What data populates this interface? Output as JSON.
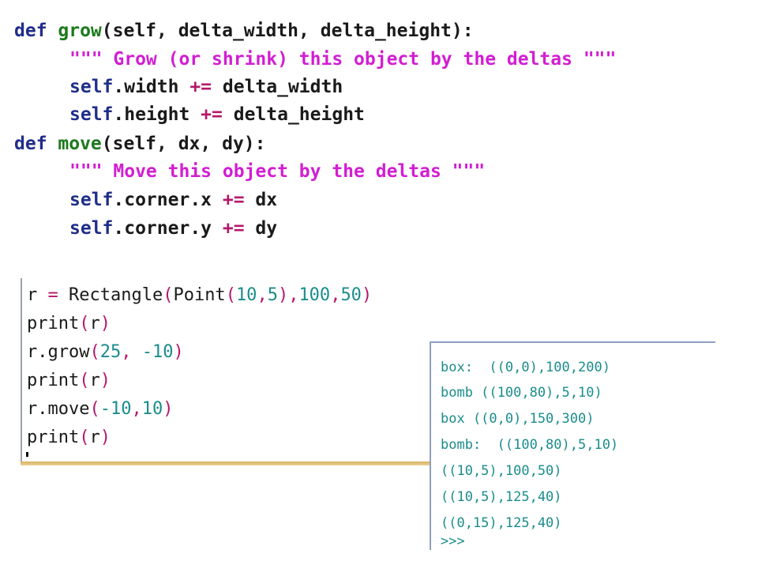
{
  "code": {
    "line1": {
      "kw": "def ",
      "fn": "grow",
      "rest": "(self, delta_width, delta_height):"
    },
    "line2": {
      "doc": "\"\"\" Grow (or shrink) this object by the deltas \"\"\""
    },
    "line3": {
      "id": "self",
      "rest": ".width ",
      "op": "+=",
      "rest2": " delta_width"
    },
    "line4": {
      "id": "self",
      "rest": ".height ",
      "op": "+=",
      "rest2": " delta_height"
    },
    "line5": {
      "kw": "def ",
      "fn": "move",
      "rest": "(self, dx, dy):"
    },
    "line6": {
      "doc": "\"\"\" Move this object by the deltas \"\"\""
    },
    "line7": {
      "id": "self",
      "rest": ".corner.x ",
      "op": "+=",
      "rest2": " dx"
    },
    "line8": {
      "id": "self",
      "rest": ".corner.y ",
      "op": "+=",
      "rest2": " dy"
    }
  },
  "editor": {
    "l1": {
      "a": "r ",
      "eq": "=",
      "b": " Rectangle",
      "p1": "(",
      "c": "Point",
      "p2": "(",
      "n1": "10",
      "comma1": ",",
      "n2": "5",
      "p3": ")",
      "comma2": ",",
      "n3": "100",
      "comma3": ",",
      "n4": "50",
      "p4": ")"
    },
    "l2": {
      "a": "print",
      "p1": "(",
      "b": "r",
      "p2": ")"
    },
    "l3": {
      "a": "r.grow",
      "p1": "(",
      "n1": "25",
      "comma": ", ",
      "n2": "-10",
      "p2": ")"
    },
    "l4": {
      "a": "print",
      "p1": "(",
      "b": "r",
      "p2": ")"
    },
    "l5": {
      "a": "r.move",
      "p1": "(",
      "n1": "-10",
      "comma": ",",
      "n2": "10",
      "p2": ")"
    },
    "l6": {
      "a": "print",
      "p1": "(",
      "b": "r",
      "p2": ")"
    }
  },
  "shell": {
    "lines": [
      "box:  ((0,0),100,200)",
      "bomb ((100,80),5,10)",
      "box ((0,0),150,300)",
      "bomb:  ((100,80),5,10)",
      "((10,5),100,50)",
      "((10,5),125,40)",
      "((0,15),125,40)"
    ],
    "prompt": ">>>"
  }
}
